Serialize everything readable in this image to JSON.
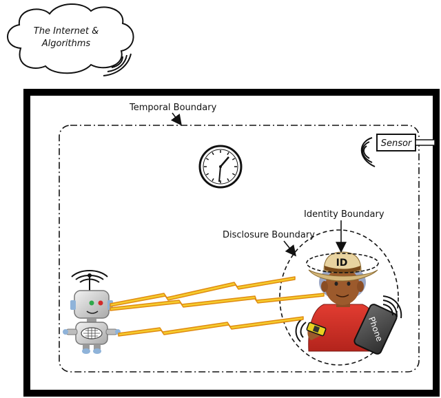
{
  "cloud": {
    "line1": "The Internet &",
    "line2": "Algorithms"
  },
  "labels": {
    "temporal_boundary": "Temporal Boundary",
    "identity_boundary": "Identity Boundary",
    "disclosure_boundary": "Disclosure Boundary",
    "sensor": "Sensor",
    "id_badge": "ID",
    "phone": "Phone"
  },
  "icons": [
    "cloud-icon",
    "clock-icon",
    "robot-icon",
    "person-icon",
    "phone-icon",
    "sensor-icon",
    "lightning-bolt-icon",
    "wifi-signal-icon"
  ],
  "colors": {
    "frame": "#000000",
    "bolt_fill": "#f5cc2e",
    "bolt_edge": "#e08a10",
    "shirt": "#d9342b",
    "skin": "#9c5a2c",
    "hat": "#e8d3a0"
  }
}
